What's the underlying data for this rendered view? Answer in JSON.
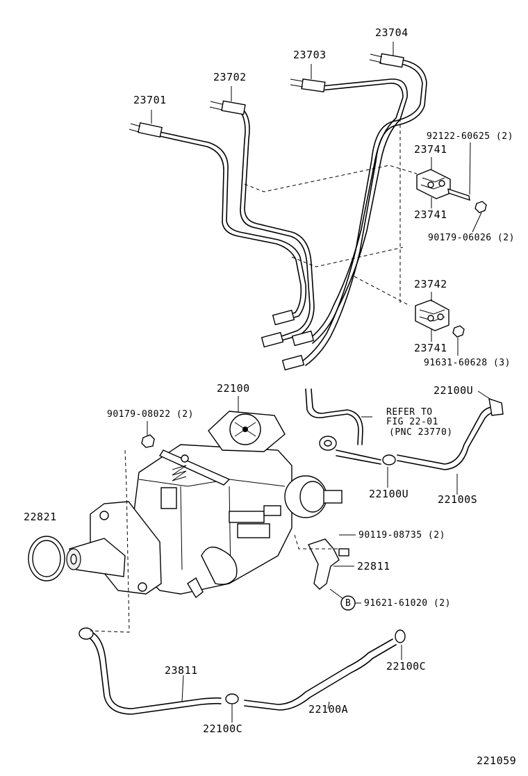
{
  "diagram_id": "221059",
  "labels": {
    "p23701": "23701",
    "p23702": "23702",
    "p23703": "23703",
    "p23704": "23704",
    "p92122": "92122-60625 (2)",
    "p23741a": "23741",
    "p23741b": "23741",
    "p90179a": "90179-06026 (2)",
    "p23742": "23742",
    "p23741c": "23741",
    "p91631": "91631-60628 (3)",
    "p22100": "22100",
    "p90179b": "90179-08022 (2)",
    "refer1": "REFER TO",
    "refer2": "FIG 22-01",
    "refer3": "(PNC 23770)",
    "p22100U_top": "22100U",
    "p22100U_bot": "22100U",
    "p22100S": "22100S",
    "p22821": "22821",
    "p90119": "90119-08735 (2)",
    "p22811": "22811",
    "circleB": "B",
    "p91621": "91621-61020 (2)",
    "p23811": "23811",
    "p22100C_left": "22100C",
    "p22100A": "22100A",
    "p22100C_right": "22100C"
  }
}
